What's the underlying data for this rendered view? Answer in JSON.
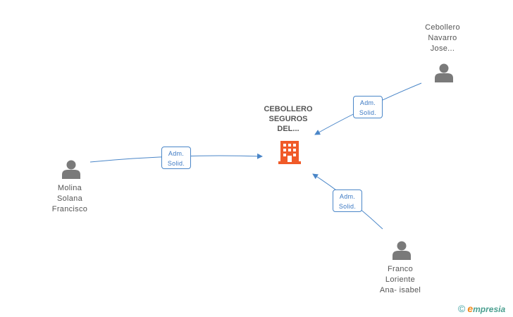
{
  "company": {
    "name_lines": [
      "CEBOLLERO",
      "SEGUROS",
      "DEL..."
    ],
    "icon": "building-icon",
    "color": "#f05a28"
  },
  "persons": [
    {
      "id": "cebollero",
      "name_lines": [
        "Cebollero",
        "Navarro",
        "Jose..."
      ],
      "icon": "person-icon"
    },
    {
      "id": "molina",
      "name_lines": [
        "Molina",
        "Solana",
        "Francisco"
      ],
      "icon": "person-icon"
    },
    {
      "id": "franco",
      "name_lines": [
        "Franco",
        "Loriente",
        "Ana- isabel"
      ],
      "icon": "person-icon"
    }
  ],
  "relations": [
    {
      "from": "cebollero",
      "label_lines": [
        "Adm.",
        "Solid."
      ]
    },
    {
      "from": "molina",
      "label_lines": [
        "Adm.",
        "Solid."
      ]
    },
    {
      "from": "franco",
      "label_lines": [
        "Adm.",
        "Solid."
      ]
    }
  ],
  "colors": {
    "link": "#4a86c8",
    "person": "#7a7a7a",
    "text": "#555555"
  },
  "footer": {
    "copyright_symbol": "©",
    "brand_initial": "e",
    "brand_rest": "mpresia"
  }
}
